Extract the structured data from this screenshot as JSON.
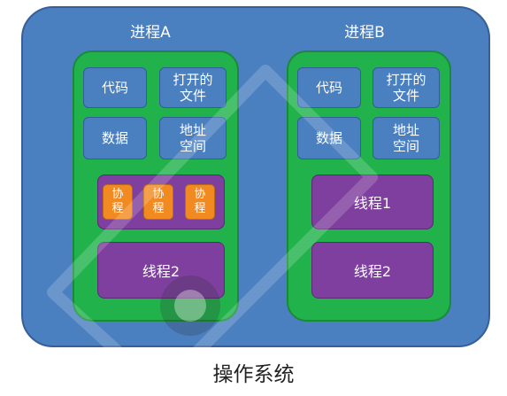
{
  "os": {
    "label": "操作系统"
  },
  "process_a": {
    "title": "进程A",
    "resources": {
      "code": "代码",
      "open_files": "打开的\n文件",
      "data": "数据",
      "address_space": "地址\n空间"
    },
    "coroutines": [
      "协\n程",
      "协\n程",
      "协\n程"
    ],
    "thread2": "线程2"
  },
  "process_b": {
    "title": "进程B",
    "resources": {
      "code": "代码",
      "open_files": "打开的\n文件",
      "data": "数据",
      "address_space": "地址\n空间"
    },
    "thread1": "线程1",
    "thread2": "线程2"
  },
  "colors": {
    "os_box": "#4a7fc0",
    "process": "#21b24b",
    "resource": "#4a7fc0",
    "thread": "#7e3f9e",
    "coroutine": "#f28a22"
  }
}
